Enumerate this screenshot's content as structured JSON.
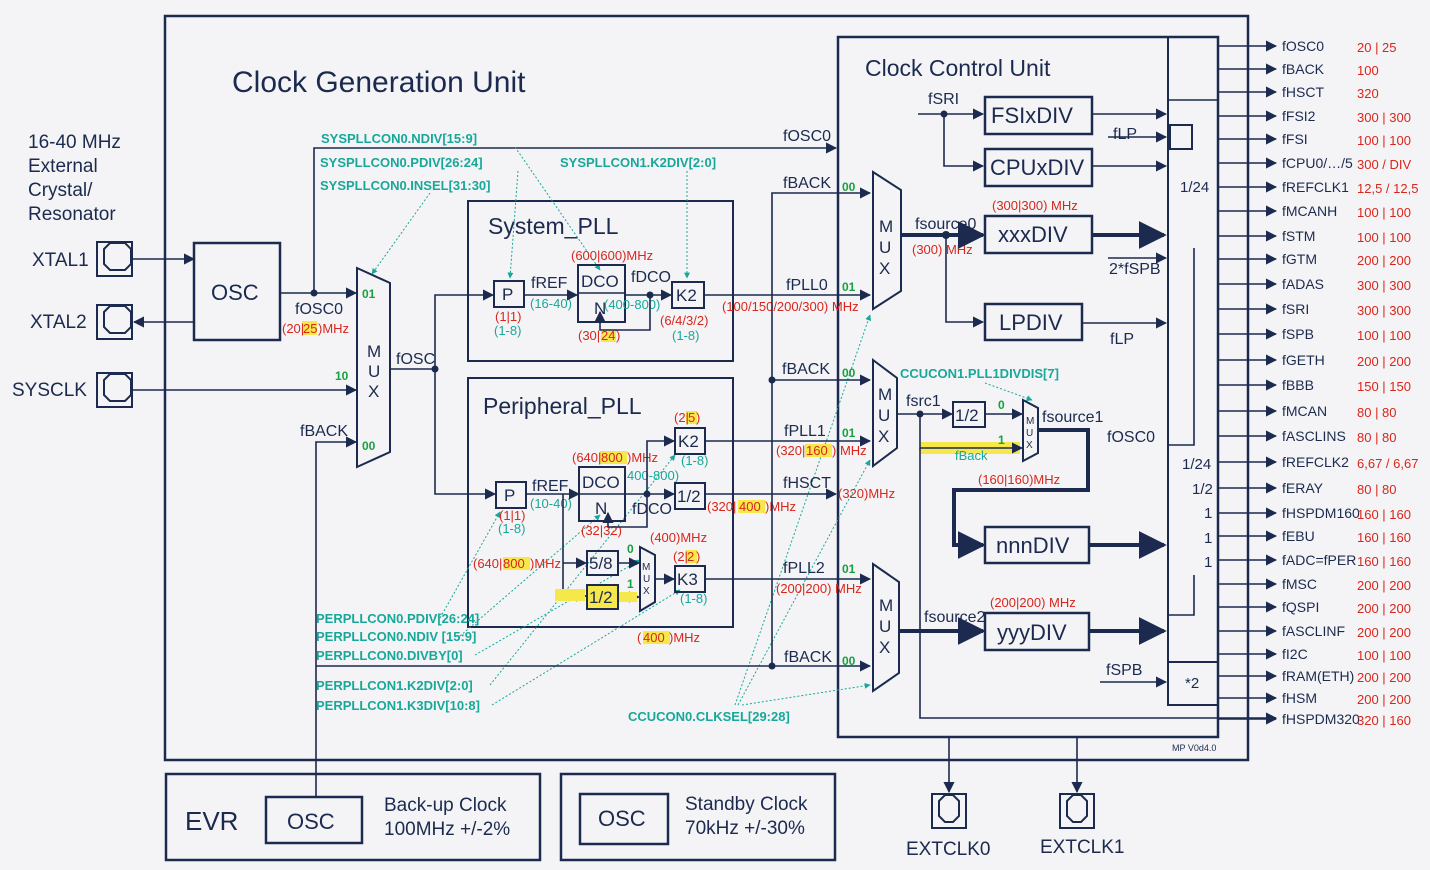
{
  "cgu": {
    "title": "Clock Generation Unit",
    "crystal": [
      "16-40 MHz",
      "External",
      "Crystal/",
      "Resonator"
    ],
    "xtal1": "XTAL1",
    "xtal2": "XTAL2",
    "sysclk": "SYSCLK",
    "osc": "OSC",
    "fosc0": "fOSC0",
    "fosc0_freq_a": "(20|",
    "fosc0_freq_b": "25",
    "fosc0_freq_c": ")MHz",
    "fosc": "fOSC",
    "fback": "fBACK",
    "mux_sel": [
      "01",
      "10",
      "00"
    ],
    "regs": {
      "ndiv": "SYSPLLCON0.NDIV[15:9]",
      "pdiv": "SYSPLLCON0.PDIV[26:24]",
      "insel": "SYSPLLCON0.INSEL[31:30]",
      "k2div": "SYSPLLCON1.K2DIV[2:0]",
      "per_pdiv": "PERPLLCON0.PDIV[26:24]",
      "per_ndiv": "PERPLLCON0.NDIV [15:9]",
      "per_divby": "PERPLLCON0.DIVBY[0]",
      "per_k2div": "PERPLLCON1.K2DIV[2:0]",
      "per_k3div": "PERPLLCON1.K3DIV[10:8]",
      "clksel": "CCUCON0.CLKSEL[29:28]",
      "pll1divdis": "CCUCON1.PLL1DIVDIS[7]"
    },
    "sys_pll": {
      "title": "System_PLL",
      "p": "P",
      "p_range": "(1|1)",
      "p_range2": "(1-8)",
      "fref": "fREF",
      "fref_range": "(16-40)",
      "dco": "DCO",
      "dco_freq": "(600|600)MHz",
      "n": "N",
      "n_range": "(400-800)",
      "n_val_a": "(30|",
      "n_val_b": "24",
      "n_val_c": ")",
      "fdco": "fDCO",
      "k2": "K2",
      "k2_val": "(6/4/3/2)",
      "k2_range": "(1-8)",
      "out_freq": "(100/150/200/300) MHz"
    },
    "per_pll": {
      "title": "Peripheral_PLL",
      "p": "P",
      "p_range": "(1|1)",
      "p_range2": "(1-8)",
      "fref": "fREF",
      "fref_range": "(10-40)",
      "dco": "DCO",
      "dco_freq_a": "(640|",
      "dco_freq_b": "800",
      "dco_freq_c": ")MHz",
      "dco_range": "400-800)",
      "n": "N",
      "n_val": "(32|32)",
      "fdco": "fDCO",
      "k2": "K2",
      "k2_val_a": "(2|",
      "k2_val_b": "5",
      "k2_val_c": ")",
      "k2_range": "(1-8)",
      "half": "1/2",
      "half_out_a": "(320|",
      "half_out_b": "400",
      "half_out_c": ")MHz",
      "div58": "5/8",
      "div12": "1/2",
      "left_freq_a": "(640|",
      "left_freq_b": "800",
      "left_freq_c": ")MHz",
      "mux_out": "(400)MHz",
      "mux_low_a": "(",
      "mux_low_b": "400",
      "mux_low_c": ")MHz",
      "k3": "K3",
      "k3_val_a": "(2|",
      "k3_val_b": "2",
      "k3_val_c": ")",
      "k3_range": "(1-8)",
      "sel0": "0",
      "sel1": "1"
    },
    "signals": {
      "fpll0": "fPLL0",
      "fpll1": "fPLL1",
      "fpll1_freq_a": "(320|",
      "fpll1_freq_b": "160",
      "fpll1_freq_c": ") MHz",
      "fhsct": "fHSCT",
      "fhsct_freq": "(320)MHz",
      "fpll2": "fPLL2",
      "fpll2_freq": "(200|200) MHz"
    }
  },
  "ccu": {
    "title": "Clock Control Unit",
    "fsri": "fSRI",
    "fsixdiv": "FSIxDIV",
    "flp": "fLP",
    "cpuxdiv": "CPUxDIV",
    "fsource0": "fsource0",
    "fsource0_freq": "(300) MHz",
    "xxx_freq": "(300|300) MHz",
    "xxxdiv": "xxxDIV",
    "two_fspb": "2*fSPB",
    "lpdiv": "LPDIV",
    "flp2": "fLP",
    "fsrc1": "fsrc1",
    "half": "1/2",
    "sel0": "0",
    "sel1": "1",
    "fback_small": "fBack",
    "fsource1": "fsource1",
    "fosc0": "fOSC0",
    "nnn_freq": "(160|160)MHz",
    "nnndiv": "nnnDIV",
    "fsource2": "fsource2",
    "yyy_freq": "(200|200) MHz",
    "yyydiv": "yyyDIV",
    "fspb": "fSPB",
    "x2": "*2",
    "version": "MP V0d4.0",
    "mux_letters": [
      "M",
      "U",
      "X"
    ],
    "mux_sel": [
      "00",
      "01",
      "00",
      "01",
      "01",
      "00"
    ]
  },
  "right_labels": [
    "1/24",
    "1/24",
    "1/2",
    "1",
    "1",
    "1"
  ],
  "outputs": [
    {
      "name": "fOSC0",
      "freq": "20 | 25"
    },
    {
      "name": "fBACK",
      "freq": "100"
    },
    {
      "name": "fHSCT",
      "freq": "320"
    },
    {
      "name": "fFSI2",
      "freq": "300 | 300"
    },
    {
      "name": "fFSI",
      "freq": "100 | 100"
    },
    {
      "name": "fCPU0/…/5",
      "freq": "300 / DIV"
    },
    {
      "name": "fREFCLK1",
      "freq": "12,5 / 12,5"
    },
    {
      "name": "fMCANH",
      "freq": "100 | 100"
    },
    {
      "name": "fSTM",
      "freq": "100 | 100"
    },
    {
      "name": "fGTM",
      "freq": "200 | 200"
    },
    {
      "name": "fADAS",
      "freq": "300 | 300"
    },
    {
      "name": "fSRI",
      "freq": "300 | 300"
    },
    {
      "name": "fSPB",
      "freq": "100 | 100"
    },
    {
      "name": "fGETH",
      "freq": "200 | 200"
    },
    {
      "name": "fBBB",
      "freq": "150 | 150"
    },
    {
      "name": "fMCAN",
      "freq": "80 | 80"
    },
    {
      "name": "fASCLINS",
      "freq": "80 | 80"
    },
    {
      "name": "fREFCLK2",
      "freq": "6,67 / 6,67"
    },
    {
      "name": "fERAY",
      "freq": "80 | 80"
    },
    {
      "name": "fHSPDM160",
      "freq": "160 | 160"
    },
    {
      "name": "fEBU",
      "freq": "160 | 160"
    },
    {
      "name": "fADC=fPER",
      "freq": "160 | 160"
    },
    {
      "name": "fMSC",
      "freq": "200 | 200"
    },
    {
      "name": "fQSPI",
      "freq": "200 | 200"
    },
    {
      "name": "fASCLINF",
      "freq": "200 | 200"
    },
    {
      "name": "fI2C",
      "freq": "100 | 100"
    },
    {
      "name": "fRAM(ETH)",
      "freq": "200 | 200"
    },
    {
      "name": "fHSM",
      "freq": "200 | 200"
    },
    {
      "name": "fHSPDM320",
      "freq": "320 | 160"
    }
  ],
  "evr": {
    "title": "EVR",
    "osc": "OSC",
    "desc1": "Back-up Clock",
    "desc2": "100MHz +/-2%"
  },
  "standby": {
    "osc": "OSC",
    "desc1": "Standby Clock",
    "desc2": "70kHz +/-30%"
  },
  "extclk0": "EXTCLK0",
  "extclk1": "EXTCLK1"
}
